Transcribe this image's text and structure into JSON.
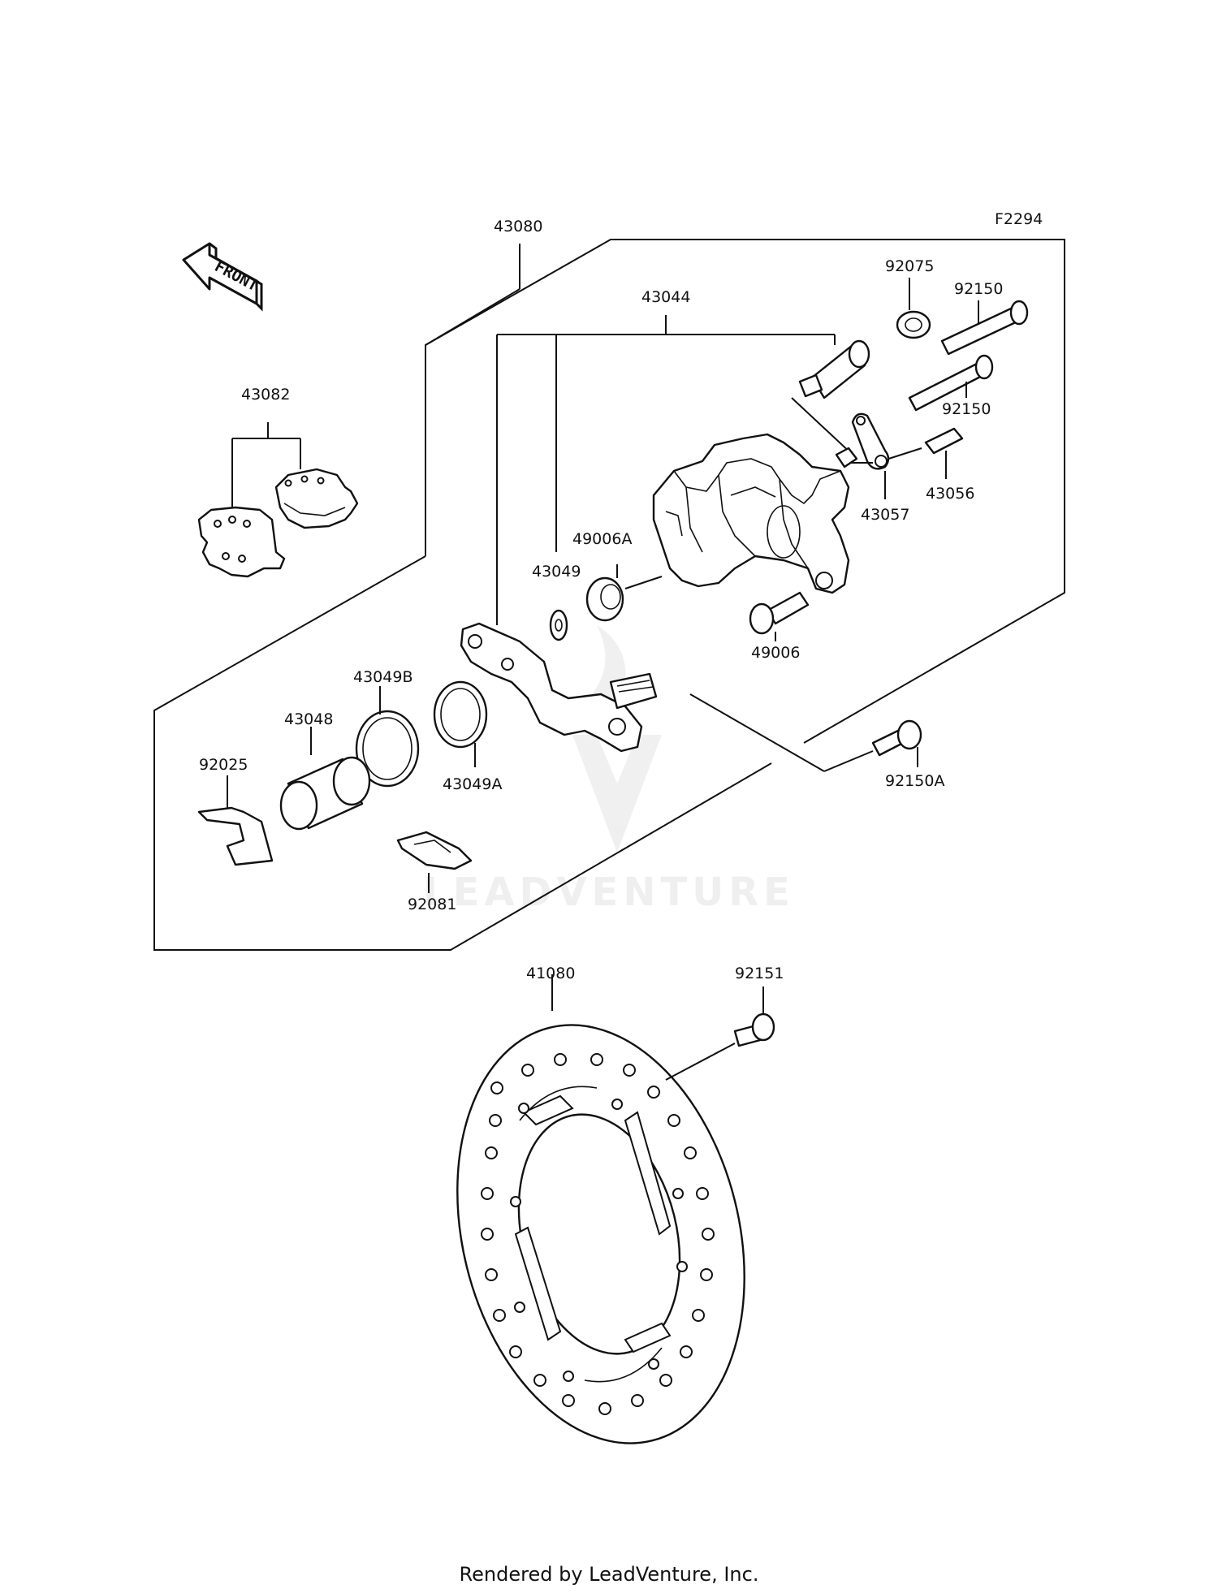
{
  "diagram_id": "F2294",
  "front_label": "FRONT",
  "parts": {
    "p43080": "43080",
    "p43044": "43044",
    "p92075": "92075",
    "p92150_top": "92150",
    "p92150_bottom": "92150",
    "p43082": "43082",
    "p43057": "43057",
    "p43056": "43056",
    "p49006A": "49006A",
    "p43049": "43049",
    "p49006": "49006",
    "p43049B": "43049B",
    "p43048": "43048",
    "p43049A": "43049A",
    "p92025": "92025",
    "p92150A": "92150A",
    "p92081": "92081",
    "p41080": "41080",
    "p92151": "92151"
  },
  "watermark": "LEADVENTURE",
  "footer": "Rendered by LeadVenture, Inc."
}
